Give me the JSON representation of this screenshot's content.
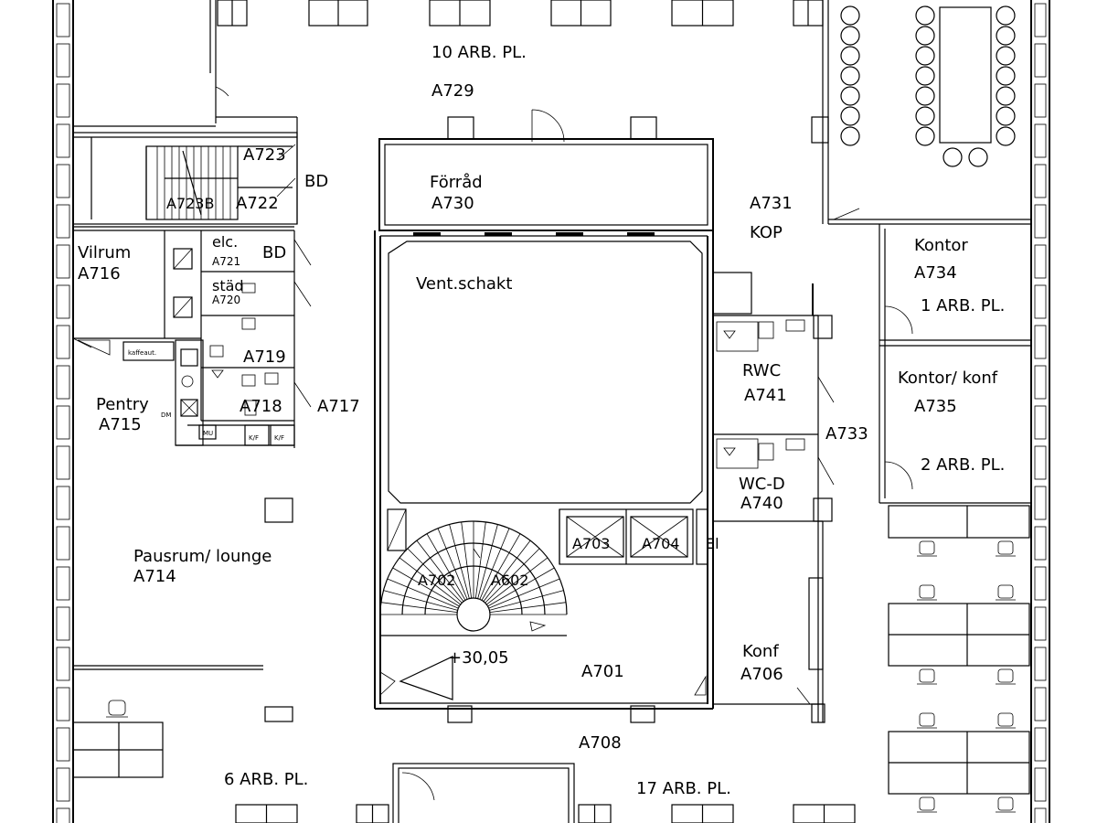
{
  "labels": {
    "arb_top": "10 ARB. PL.",
    "a729": "A729",
    "forrad": "Förråd",
    "a730": "A730",
    "a731": "A731",
    "kop": "KOP",
    "a723": "A723",
    "a723b": "A723B",
    "a722": "A722",
    "bd1": "BD",
    "bd2": "BD",
    "vilrum": "Vilrum",
    "a716": "A716",
    "elc": "elc.",
    "a721": "A721",
    "stad": "städ",
    "a720": "A720",
    "a719": "A719",
    "a718": "A718",
    "a717": "A717",
    "pentry": "Pentry",
    "a715": "A715",
    "dm": "DM",
    "kaffeaut": "kaffeaut.",
    "mu": "MU",
    "kf1": "K/F",
    "kf2": "K/F",
    "vent": "Vent.schakt",
    "kontor": "Kontor",
    "a734": "A734",
    "arb1": "1 ARB. PL.",
    "kontor_konf": "Kontor/ konf",
    "a735": "A735",
    "arb2": "2 ARB. PL.",
    "rwc": "RWC",
    "a741": "A741",
    "a733": "A733",
    "wcd": "WC-D",
    "a740": "A740",
    "a703": "A703",
    "a704": "A704",
    "el": "El",
    "a702": "A702",
    "a602": "A602",
    "level": "+30,05",
    "a701": "A701",
    "konf": "Konf",
    "a706": "A706",
    "pausrum": "Pausrum/ lounge",
    "a714": "A714",
    "a708": "A708",
    "arb6": "6 ARB. PL.",
    "arb17": "17 ARB. PL."
  }
}
